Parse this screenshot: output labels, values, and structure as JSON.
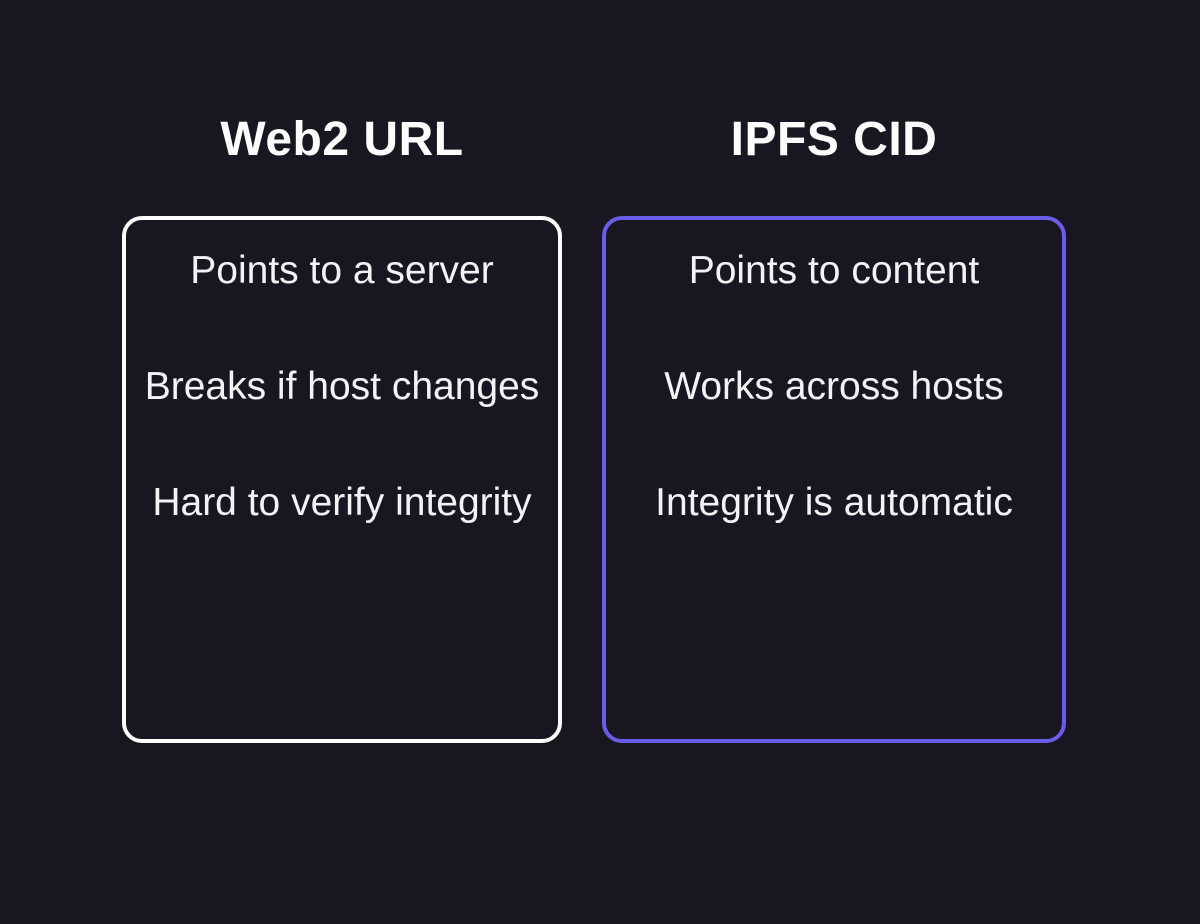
{
  "theme": {
    "background_color": "#1a1621",
    "text_color": "#f3f2f5",
    "title_color": "#fcfcfc",
    "left_card_border_color": "#fcfcfc",
    "right_card_border_color": "#6b5ce8"
  },
  "comparison": {
    "columns": [
      {
        "title": "Web2 URL",
        "items": [
          "Points to a server",
          "Breaks if host changes",
          "Hard to verify integrity"
        ]
      },
      {
        "title": "IPFS CID",
        "items": [
          "Points to content",
          "Works across hosts",
          "Integrity is automatic"
        ]
      }
    ]
  }
}
